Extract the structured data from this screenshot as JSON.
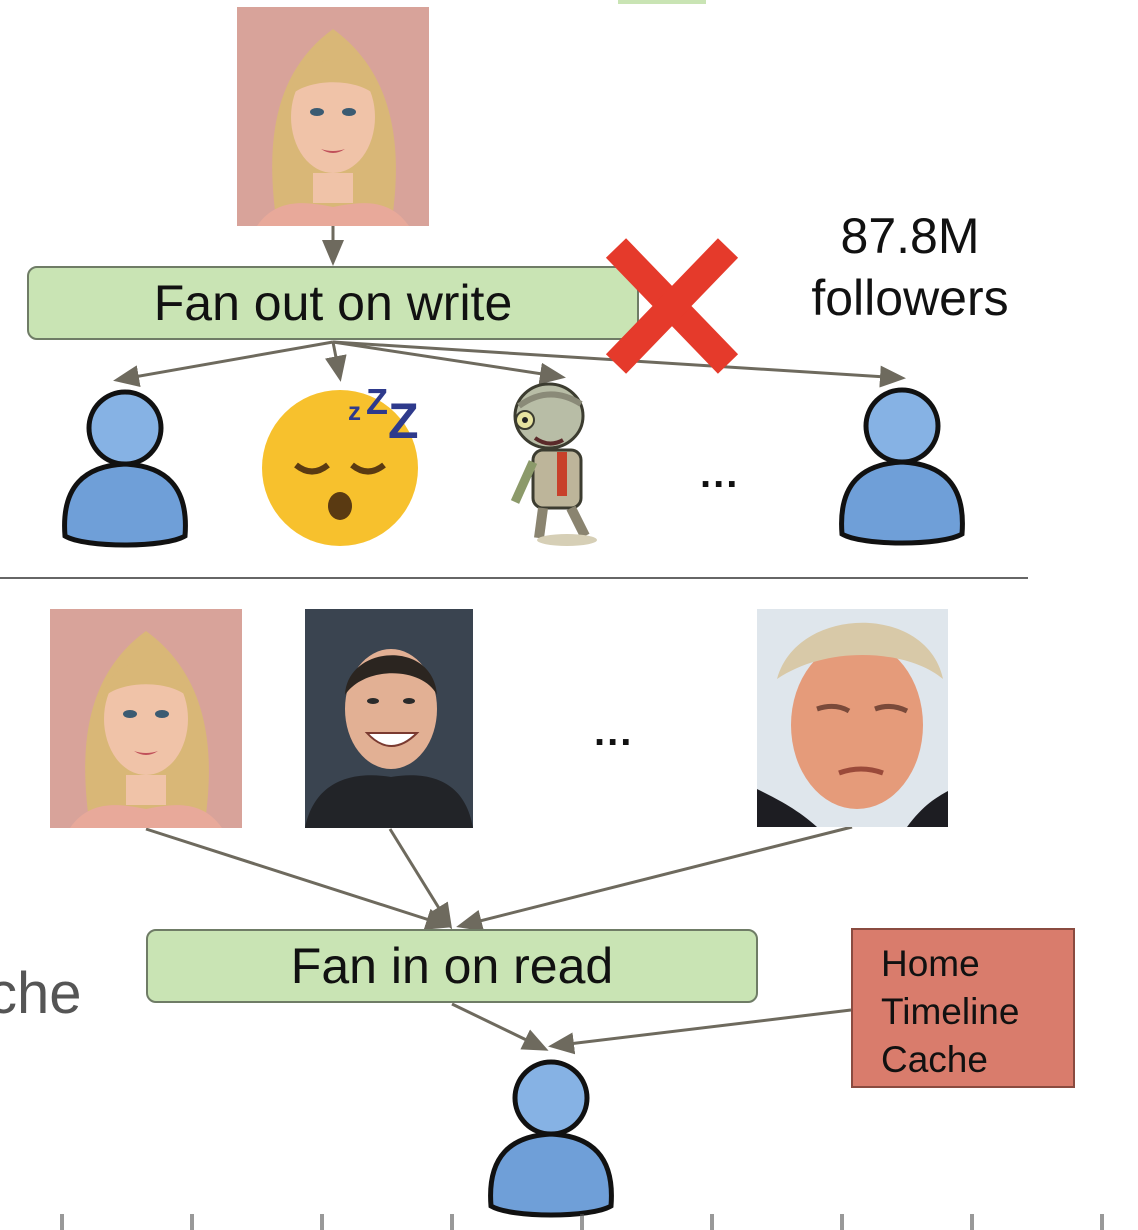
{
  "fan_out": {
    "label": "Fan out on write",
    "followers_count": "87.8M",
    "followers_label": "followers",
    "ellipsis": "..."
  },
  "fan_in": {
    "label": "Fan in on read",
    "ellipsis": "..."
  },
  "cache": {
    "lines": [
      "Home",
      "Timeline",
      "Cache"
    ]
  },
  "cut_off_text": "che",
  "colors": {
    "box_green": "#c9e4b4",
    "cache_red": "#d97c6c",
    "cross_red": "#e53a2b",
    "user_blue": "#6f9fd8",
    "arrow": "#6e6a5e"
  },
  "icons": {
    "user": "user-icon",
    "sleeping": "sleeping-face-icon",
    "zombie": "zombie-icon",
    "cross": "cross-mark-icon"
  }
}
